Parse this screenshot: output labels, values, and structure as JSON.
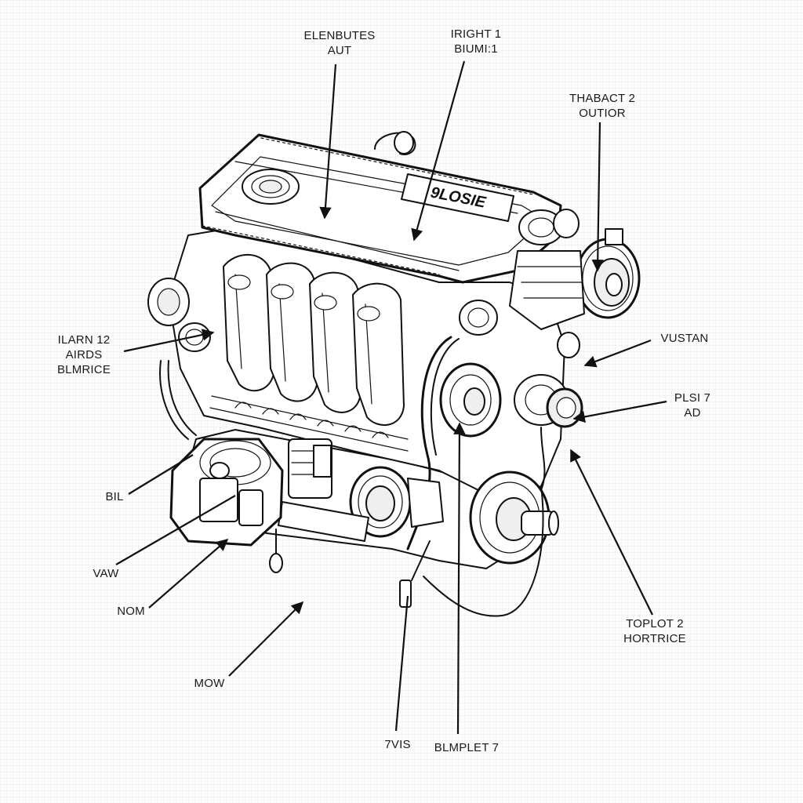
{
  "labels": {
    "elenbutes": [
      "ELENBUTES",
      "AUT"
    ],
    "iright": [
      "IRIGHT 1",
      "BIUMI:1"
    ],
    "thabact": [
      "THABACT 2",
      "OUTIOR"
    ],
    "ilarn": [
      "ILARN 12",
      "AIRDS",
      "BLMRICE"
    ],
    "vustan": [
      "VUSTAN"
    ],
    "plsi": [
      "PLSI 7",
      "AD"
    ],
    "bil": [
      "BIL"
    ],
    "vaw": [
      "VAW"
    ],
    "nom": [
      "NOM"
    ],
    "mow": [
      "MOW"
    ],
    "topiot": [
      "TOPLOT 2",
      "HORTRICE"
    ],
    "vis": [
      "7VIS"
    ],
    "blmplet": [
      "BLMPLET 7"
    ]
  },
  "engine": {
    "cover_plate_text": "9LOSIE"
  },
  "colors": {
    "ink": "#111111",
    "paper": "#fdfdfd",
    "fill_light": "#efefef"
  }
}
